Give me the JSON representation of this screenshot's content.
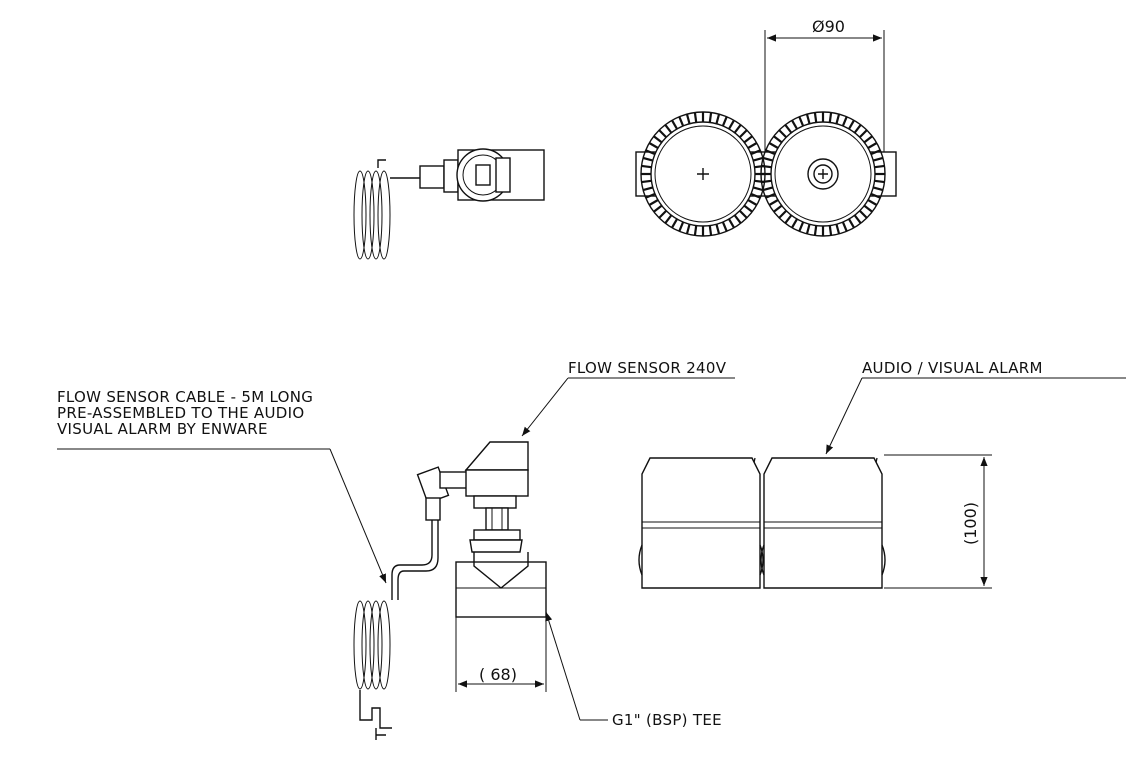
{
  "labels": {
    "diameter": "Ø90",
    "flow_sensor": "FLOW SENSOR 240V",
    "audio_visual_alarm": "AUDIO / VISUAL ALARM",
    "cable_line1": "FLOW SENSOR CABLE - 5M LONG",
    "cable_line2": "PRE-ASSEMBLED TO THE AUDIO",
    "cable_line3": "VISUAL ALARM BY ENWARE",
    "height_dim": "(100)",
    "width_dim": "( 68)",
    "tee": "G1\" (BSP) TEE"
  }
}
